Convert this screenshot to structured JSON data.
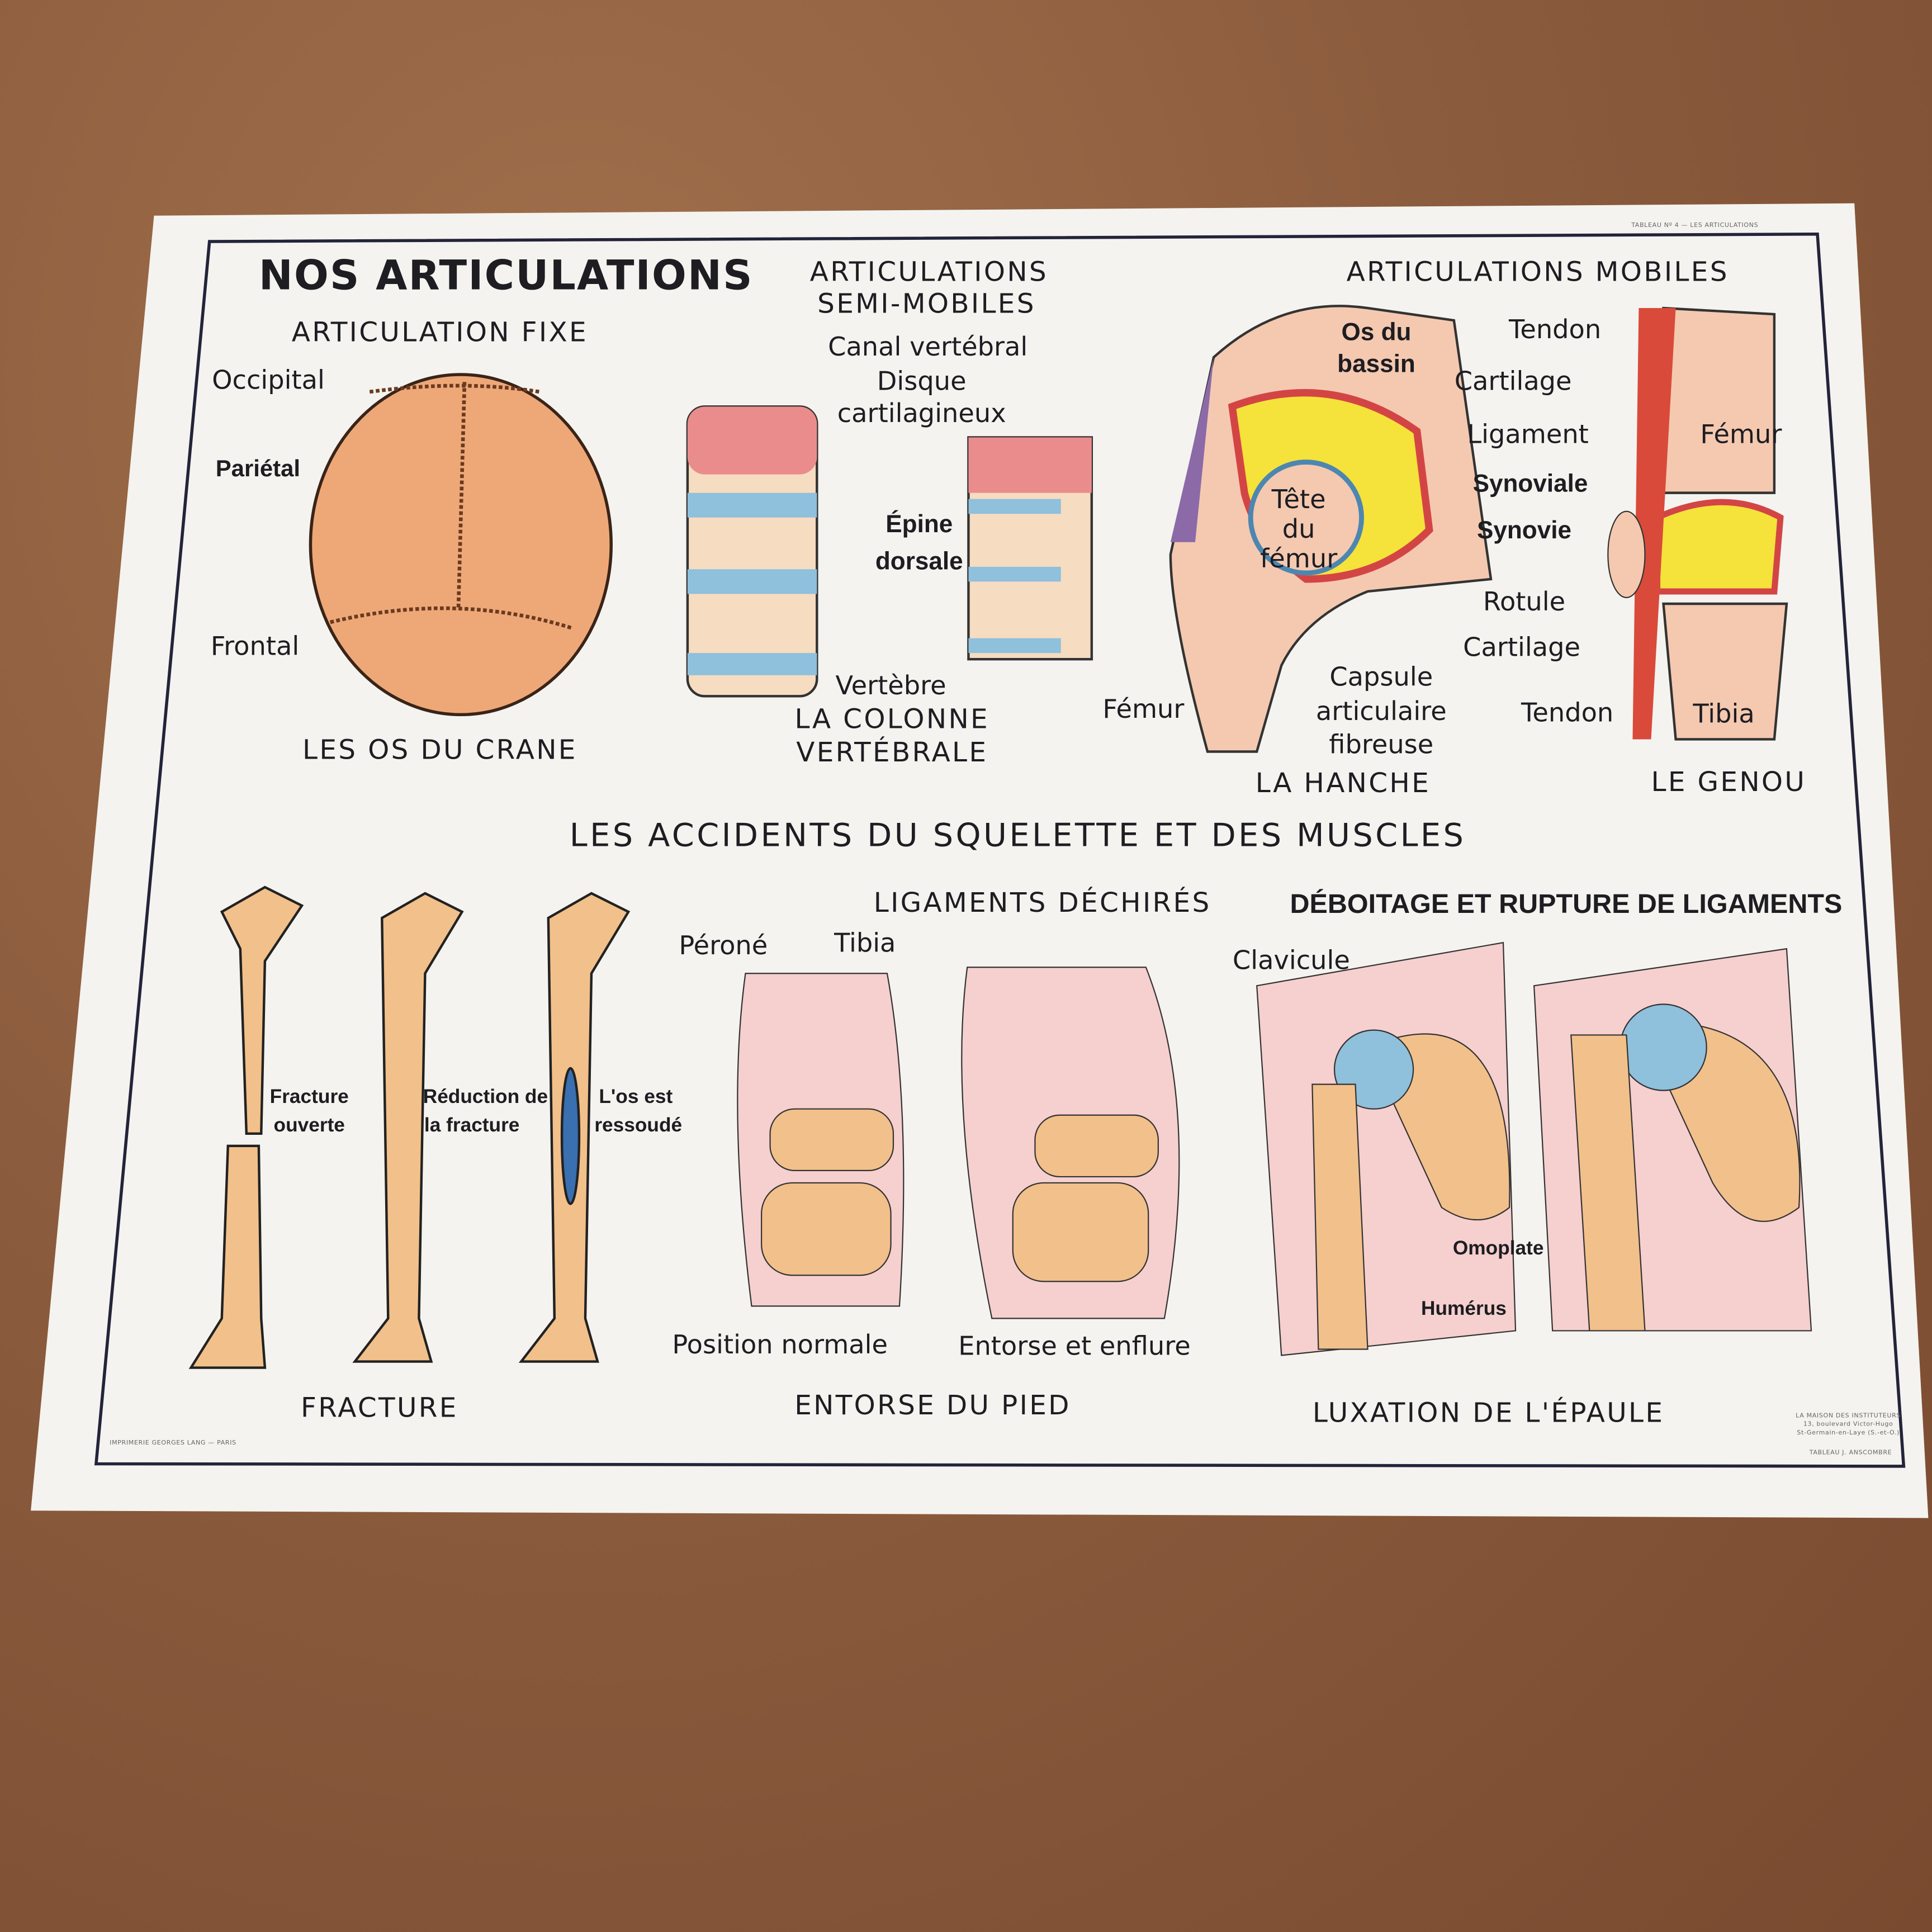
{
  "poster": {
    "header_ref": "TABLEAU Nº 4 — LES ARTICULATIONS",
    "title": "NOS ARTICULATIONS",
    "sections": {
      "fixe": {
        "heading": "ARTICULATION FIXE",
        "caption": "LES OS DU CRANE",
        "labels": [
          "Occipital",
          "Pariétal",
          "Frontal"
        ]
      },
      "semi": {
        "heading_1": "ARTICULATIONS",
        "heading_2": "SEMI-MOBILES",
        "caption_1": "LA COLONNE",
        "caption_2": "VERTÉBRALE",
        "labels": {
          "canal": "Canal vertébral",
          "disque_1": "Disque",
          "disque_2": "cartilagineux",
          "epine_1": "Épine",
          "epine_2": "dorsale",
          "vertebre": "Vertèbre"
        }
      },
      "mobiles": {
        "heading": "ARTICULATIONS MOBILES",
        "hanche": {
          "caption": "LA HANCHE",
          "labels": {
            "bassin_1": "Os du",
            "bassin_2": "bassin",
            "tete_1": "Tête",
            "tete_2": "du",
            "tete_3": "fémur",
            "femur": "Fémur",
            "capsule_1": "Capsule",
            "capsule_2": "articulaire",
            "capsule_3": "fibreuse"
          }
        },
        "genou": {
          "caption": "LE GENOU",
          "labels": {
            "tendon_top": "Tendon",
            "cartilage_top": "Cartilage",
            "ligament": "Ligament",
            "synoviale": "Synoviale",
            "synovie": "Synovie",
            "rotule": "Rotule",
            "cartilage_bottom": "Cartilage",
            "tendon_bottom": "Tendon",
            "femur": "Fémur",
            "tibia": "Tibia"
          }
        }
      }
    },
    "accidents": {
      "heading": "LES ACCIDENTS DU SQUELETTE ET DES MUSCLES",
      "fracture": {
        "caption": "FRACTURE",
        "labels": {
          "a1": "Fracture",
          "a2": "ouverte",
          "b1": "Réduction de",
          "b2": "la fracture",
          "c1": "L'os est",
          "c2": "ressoudé"
        }
      },
      "entorse": {
        "heading": "LIGAMENTS DÉCHIRÉS",
        "caption": "ENTORSE DU PIED",
        "labels": {
          "perone": "Péroné",
          "tibia": "Tibia",
          "normal": "Position normale",
          "entorse": "Entorse et enflure"
        }
      },
      "luxation": {
        "heading": "DÉBOITAGE ET RUPTURE DE LIGAMENTS",
        "caption": "LUXATION DE L'ÉPAULE",
        "labels": {
          "clavicule": "Clavicule",
          "omoplate": "Omoplate",
          "humerus": "Humérus"
        }
      }
    },
    "imprint": "IMPRIMERIE GEORGES LANG — PARIS",
    "publisher": {
      "line1": "LA MAISON DES INSTITUTEURS",
      "line2": "13, boulevard Victor-Hugo",
      "line3": "St-Germain-en-Laye (S.-et-O.)",
      "line4": "TABLEAU J. ANSCOMBRE"
    },
    "colors": {
      "bone": "#f2c08a",
      "cartilage": "#8fc0dc",
      "muscle": "#e58c7a",
      "synovie": "#f5e23a",
      "ligament": "#5a3d6a",
      "skin": "#f6cfcf"
    }
  }
}
